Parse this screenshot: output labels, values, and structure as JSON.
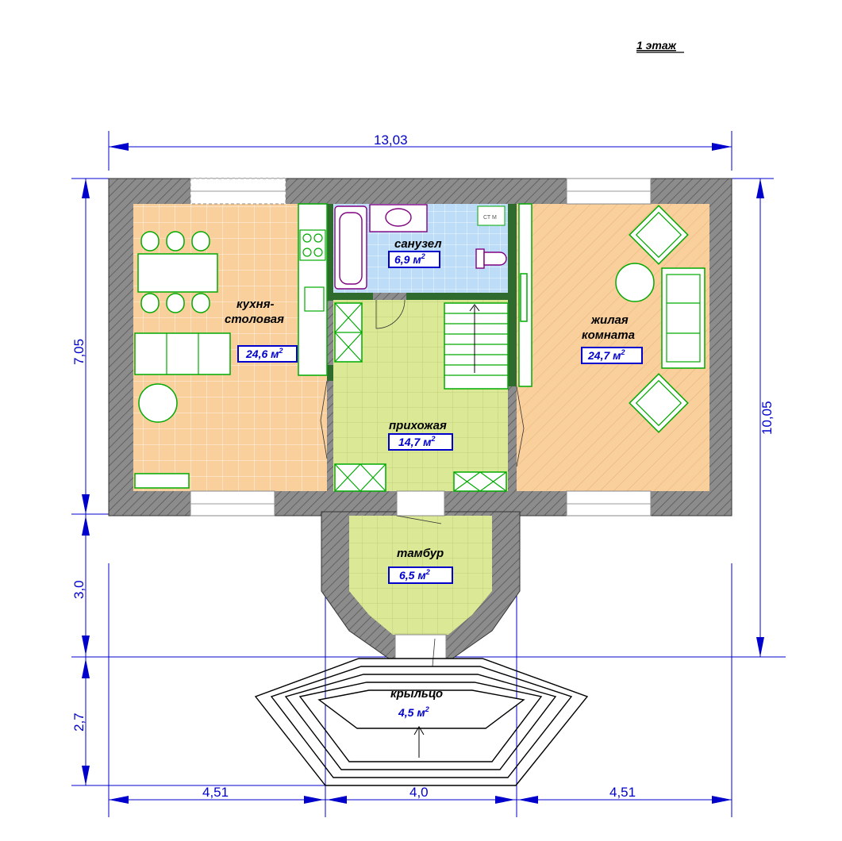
{
  "floor_label": "1 этаж",
  "dimensions": {
    "top_total": "13,03",
    "left_upper": "7,05",
    "left_middle": "3,0",
    "left_lower": "2,7",
    "right_total": "10,05",
    "bottom_left": "4,51",
    "bottom_center": "4,0",
    "bottom_right": "4,51"
  },
  "rooms": {
    "kitchen": {
      "name_line1": "кухня-",
      "name_line2": "столовая",
      "area": "24,6 м",
      "unit_sup": "2",
      "color": "#f9cf9c"
    },
    "bathroom": {
      "name": "санузел",
      "area": "6,9 м",
      "unit_sup": "2",
      "color": "#bcdcf8",
      "fixture_label": "СТ М"
    },
    "hall": {
      "name": "прихожая",
      "area": "14,7 м",
      "unit_sup": "2",
      "color": "#dbe895"
    },
    "living": {
      "name_line1": "жилая",
      "name_line2": "комната",
      "area": "24,7 м",
      "unit_sup": "2",
      "color": "#f9cf9c"
    },
    "vestibule": {
      "name": "тамбур",
      "area": "6,5 м",
      "unit_sup": "2",
      "color": "#dbe895"
    },
    "porch": {
      "name": "крыльцо",
      "area": "4,5 м",
      "unit_sup": "2"
    }
  },
  "colors": {
    "wall": "#808080",
    "dimension": "#0000cc",
    "furniture": "#00aa00",
    "area_box": "#0000cc"
  }
}
